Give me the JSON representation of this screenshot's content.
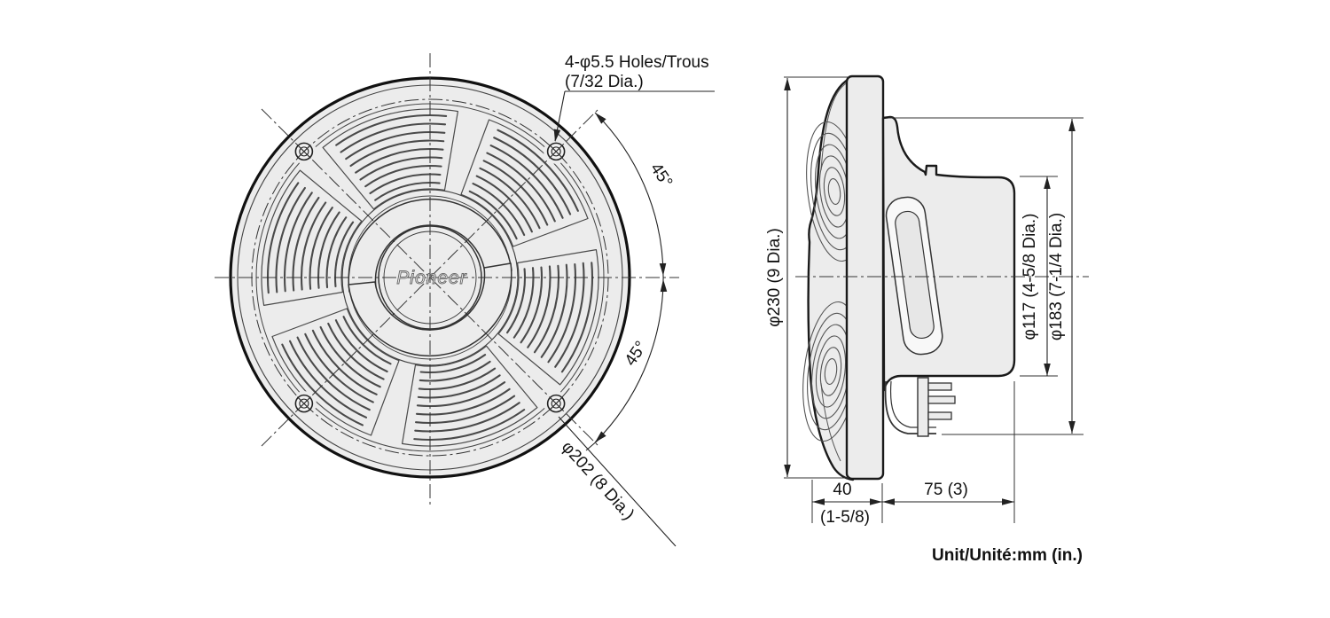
{
  "diagram": {
    "unit_note": "Unit/Unité:mm (in.)",
    "front_view": {
      "logo": "Pioneer",
      "holes_label_1": "4-φ5.5 Holes/Trous",
      "holes_label_2": "(7/32 Dia.)",
      "angle_upper": "45°",
      "angle_lower": "45°",
      "bolt_circle": "φ202 (8 Dia.)"
    },
    "side_view": {
      "overall_dia": "φ230 (9 Dia.)",
      "basket_dia": "φ117 (4-5/8 Dia.)",
      "cutout_dia": "φ183 (7-1/4 Dia.)",
      "depth_front_mm": "40",
      "depth_front_in": "(1-5/8)",
      "depth_rear": "75 (3)"
    }
  }
}
